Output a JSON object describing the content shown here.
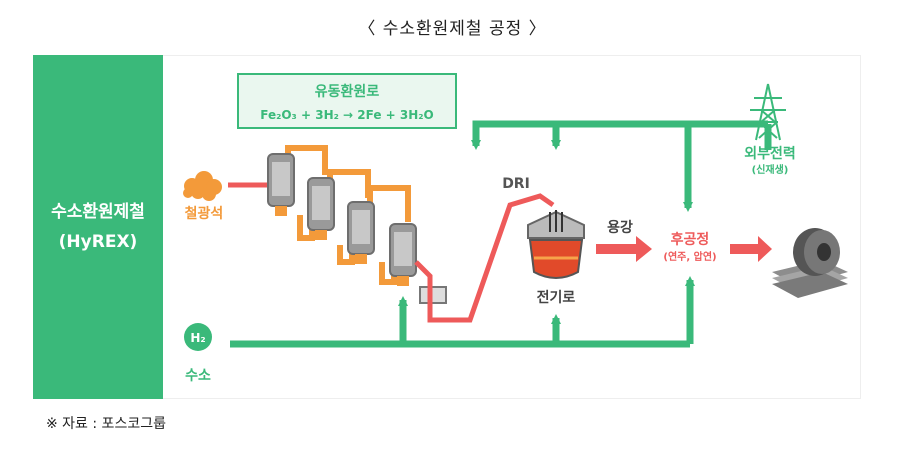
{
  "title": "〈 수소환원제철 공정 〉",
  "sidebar": {
    "line1": "수소환원제철",
    "line2": "(HyREX)"
  },
  "fluidized_bed": {
    "label": "유동환원로",
    "equation": "Fe₂O₃ + 3H₂ → 2Fe + 3H₂O"
  },
  "iron_ore": "철광석",
  "dri": "DRI",
  "electric_furnace": "전기로",
  "molten_steel": "용강",
  "post_process": {
    "label": "후공정",
    "sub": "(연주, 압연)"
  },
  "external_power": {
    "label": "외부전력",
    "sub": "(신재생)"
  },
  "hydrogen": {
    "symbol": "H₂",
    "label": "수소"
  },
  "source": "※ 자료 : 포스코그룹",
  "colors": {
    "green": "#3ab97a",
    "red": "#ee5a5a",
    "orange": "#f39a3a",
    "box_bg": "#eaf7ef"
  }
}
